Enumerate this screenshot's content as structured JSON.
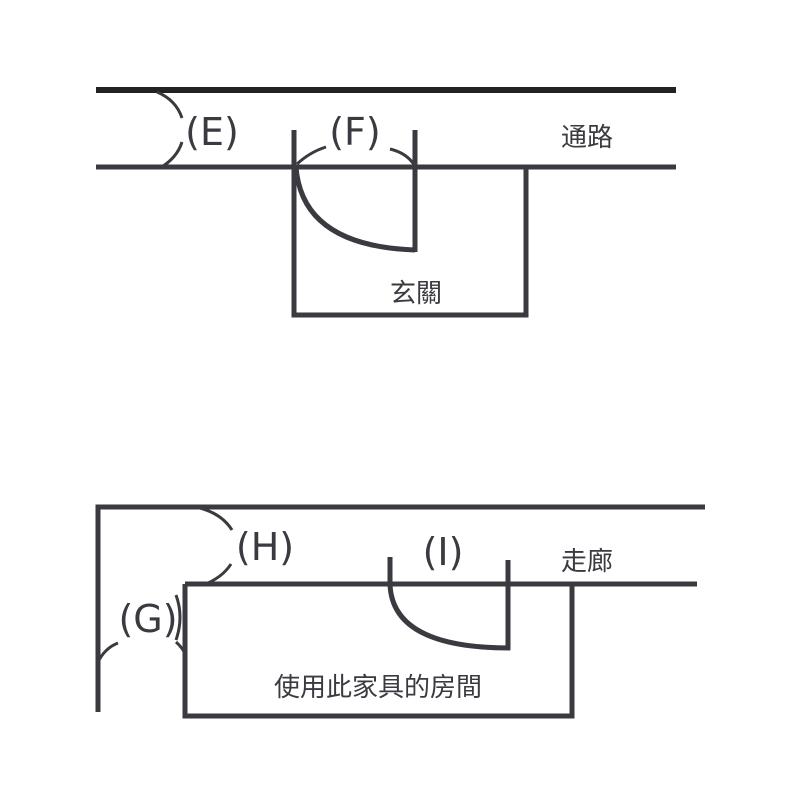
{
  "diagram_top": {
    "labels": {
      "E": "(E)",
      "F": "(F)"
    },
    "passage": "通路",
    "entrance": "玄關"
  },
  "diagram_bottom": {
    "labels": {
      "G": "(G)",
      "H": "(H)",
      "I": "(I)"
    },
    "corridor": "走廊",
    "room": "使用此家具的房間"
  },
  "colors": {
    "line": "#3a3a40"
  }
}
